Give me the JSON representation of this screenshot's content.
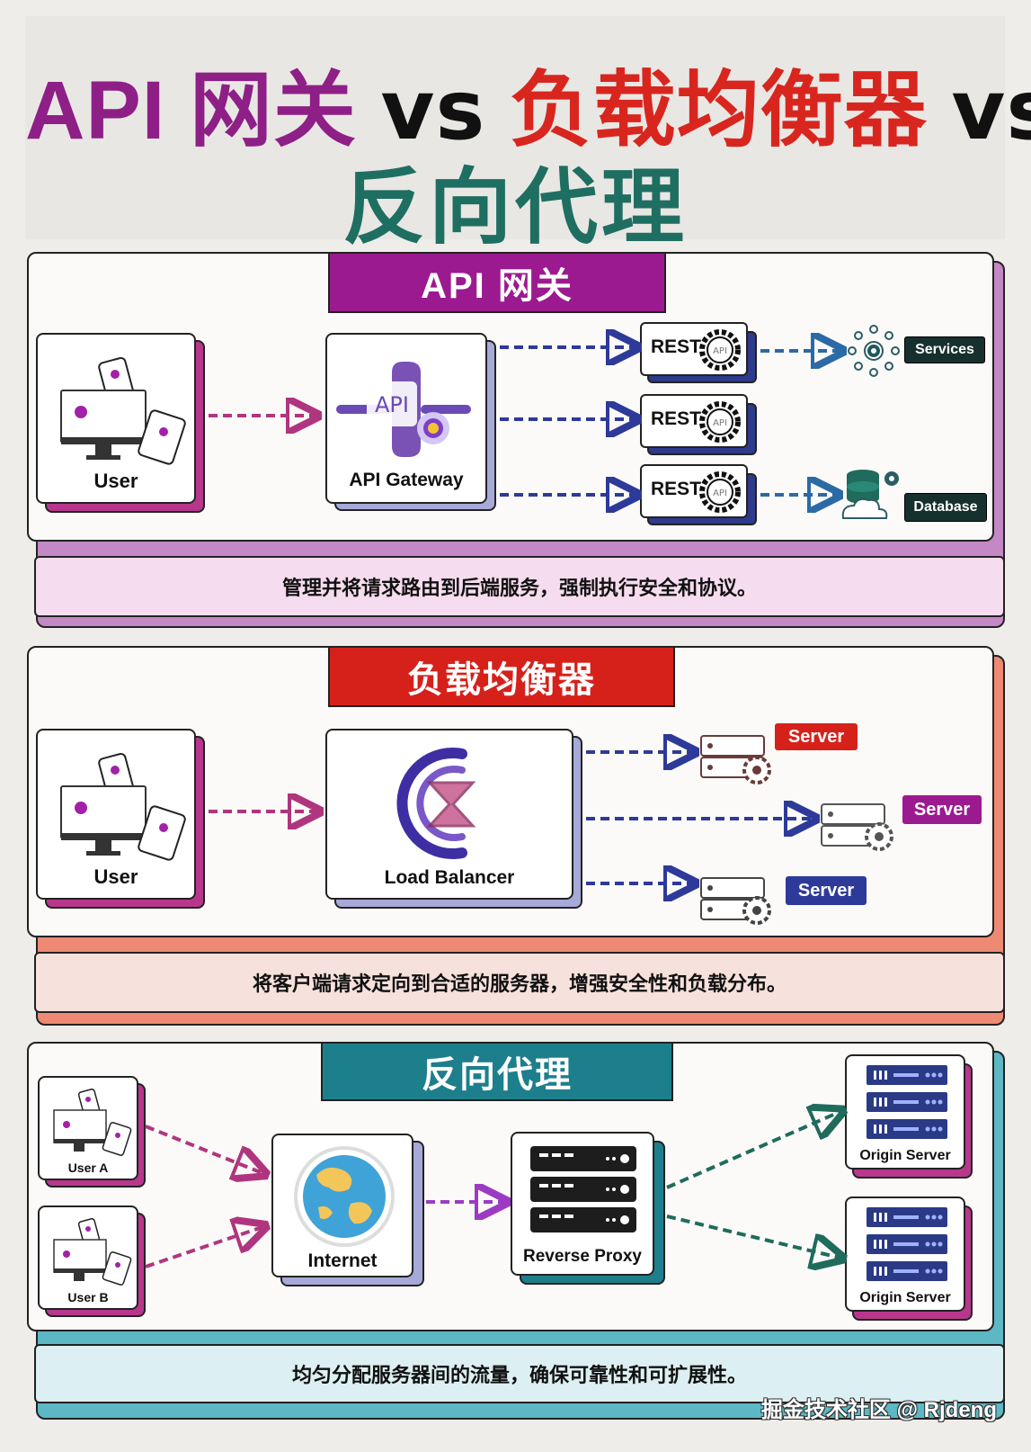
{
  "title": {
    "part1": "API 网关",
    "vs1": "vs",
    "part2": "负载均衡器",
    "vs2": "vs",
    "part3": "反向代理"
  },
  "colors": {
    "api_purple": "#9c1a8f",
    "lb_red": "#d6211b",
    "proxy_teal": "#1e7f8c",
    "navy_arrow": "#2d3a99",
    "magenta_arrow": "#b0357f",
    "teal_arrow": "#1f6b5c"
  },
  "api_gateway": {
    "banner": "API 网关",
    "user_label": "User",
    "gateway_label": "API Gateway",
    "gateway_icon_text": "API",
    "rest_label": "REST",
    "rest_icon_text": "API",
    "services_tag": "Services",
    "database_tag": "Database",
    "description": "管理并将请求路由到后端服务，强制执行安全和协议。"
  },
  "load_balancer": {
    "banner": "负载均衡器",
    "user_label": "User",
    "lb_label": "Load Balancer",
    "server_tags": [
      "Server",
      "Server",
      "Server"
    ],
    "description": "将客户端请求定向到合适的服务器，增强安全性和负载分布。"
  },
  "reverse_proxy": {
    "banner": "反向代理",
    "user_a": "User A",
    "user_b": "User B",
    "internet_label": "Internet",
    "proxy_label": "Reverse Proxy",
    "origin_labels": [
      "Origin Server",
      "Origin Server"
    ],
    "description": "均匀分配服务器间的流量，确保可靠性和可扩展性。"
  },
  "watermark": "掘金技术社区 @ Rjdeng"
}
